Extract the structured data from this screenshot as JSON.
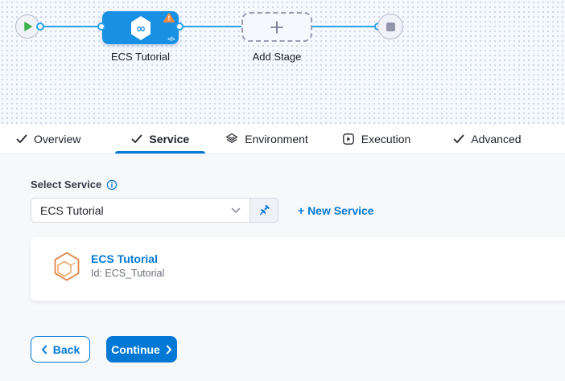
{
  "pipeline": {
    "stage_label": "ECS Tutorial",
    "add_stage_label": "Add Stage",
    "code_glyph": "</>"
  },
  "tabs": [
    {
      "label": "Overview",
      "icon": "check-icon",
      "active": false
    },
    {
      "label": "Service",
      "icon": "check-icon",
      "active": true
    },
    {
      "label": "Environment",
      "icon": "layers-icon",
      "active": false
    },
    {
      "label": "Execution",
      "icon": "play-box-icon",
      "active": false
    },
    {
      "label": "Advanced",
      "icon": "check-icon",
      "active": false
    }
  ],
  "service_form": {
    "label": "Select Service",
    "selected_value": "ECS Tutorial",
    "new_service_label": "+ New Service"
  },
  "service_card": {
    "title": "ECS Tutorial",
    "id_text": "Id: ECS_Tutorial"
  },
  "footer": {
    "back_label": "Back",
    "continue_label": "Continue"
  },
  "colors": {
    "primary_blue": "#0278d5",
    "stage_node_blue": "#1890e4",
    "connector_blue": "#25a3ec",
    "warning_orange": "#fb8b3c",
    "service_icon_orange": "#df7f3e",
    "success_green": "#3fb14e",
    "canvas_background": "#f5f8fd"
  }
}
